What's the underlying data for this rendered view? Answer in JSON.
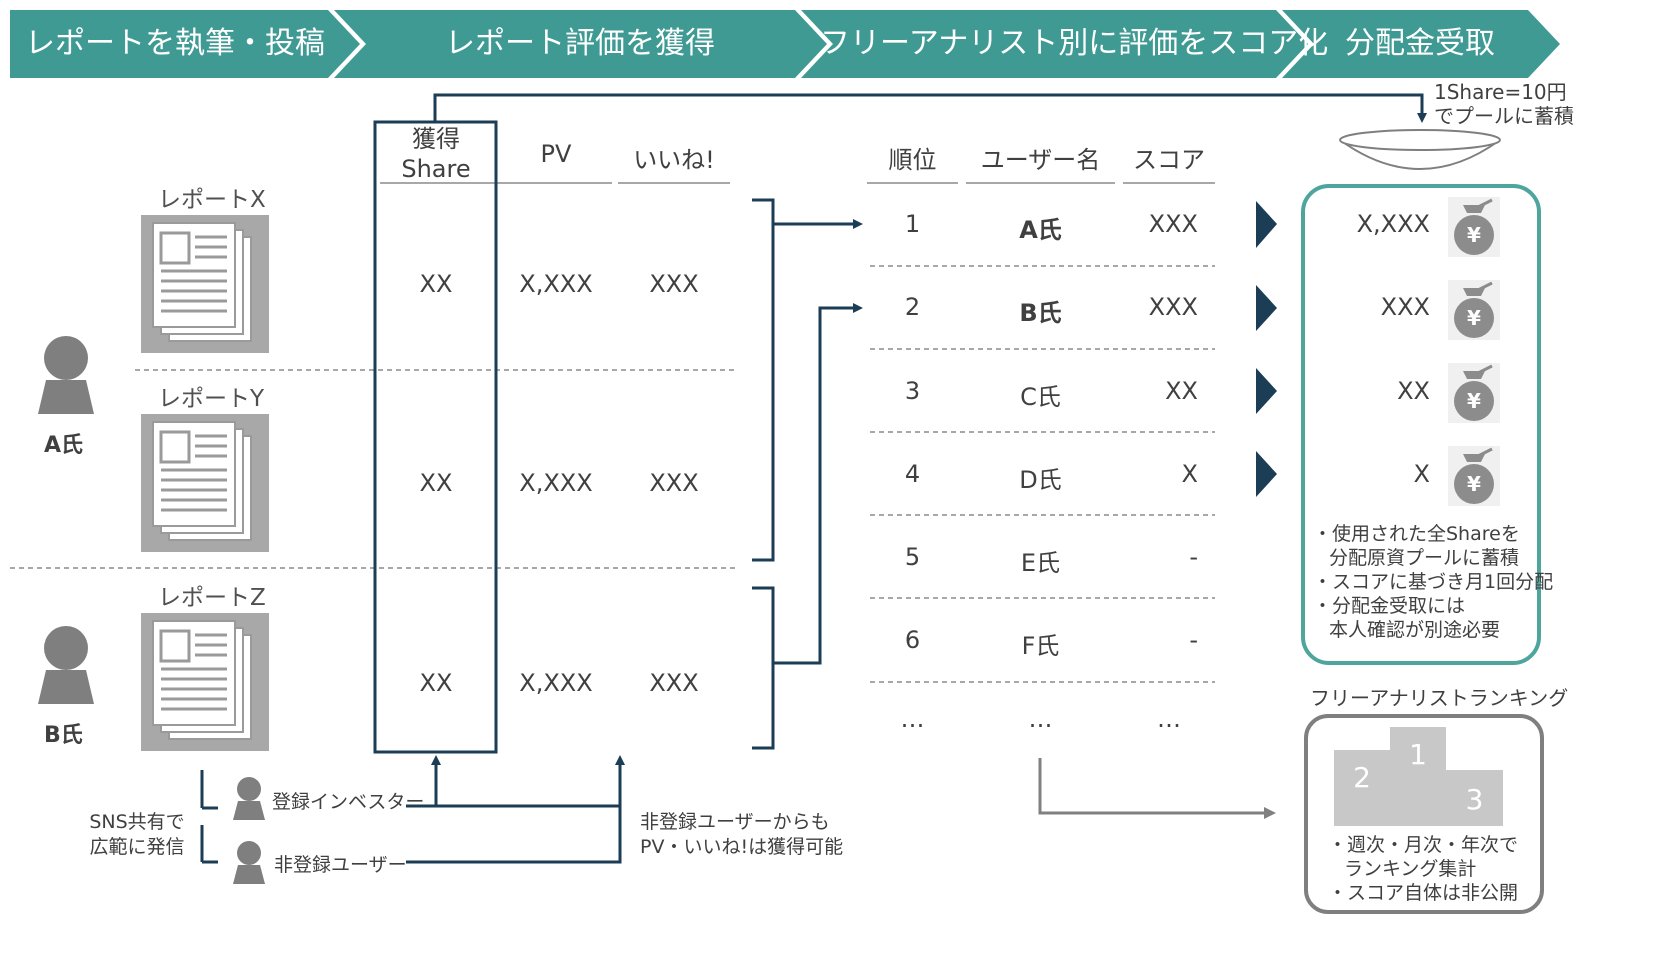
{
  "steps": [
    "レポートを執筆・投稿",
    "レポート評価を獲得",
    "フリーアナリスト別に評価をスコア化",
    "分配金受取"
  ],
  "colors": {
    "step_teal": "#3f9a94",
    "navy": "#1b3d55",
    "box_teal": "#4ea59e",
    "gray_icon": "#8c8c8c",
    "podium": "#c8c8c8"
  },
  "share_note": [
    "1Share=10円",
    "でプールに蓄積"
  ],
  "reports": [
    {
      "label": "レポートX",
      "share": "XX",
      "pv": "X,XXX",
      "likes": "XXX"
    },
    {
      "label": "レポートY",
      "share": "XX",
      "pv": "X,XXX",
      "likes": "XXX"
    },
    {
      "label": "レポートZ",
      "share": "XX",
      "pv": "X,XXX",
      "likes": "XXX"
    }
  ],
  "authors": [
    "A氏",
    "B氏"
  ],
  "metrics_header": {
    "share_line1": "獲得",
    "share_line2": "Share",
    "pv": "PV",
    "likes": "いいね!"
  },
  "ranking_header": {
    "rank": "順位",
    "user": "ユーザー名",
    "score": "スコア"
  },
  "ranking_rows": [
    {
      "rank": "1",
      "user": "A氏",
      "score": "XXX"
    },
    {
      "rank": "2",
      "user": "B氏",
      "score": "XXX"
    },
    {
      "rank": "3",
      "user": "C氏",
      "score": "XX"
    },
    {
      "rank": "4",
      "user": "D氏",
      "score": "X"
    },
    {
      "rank": "5",
      "user": "E氏",
      "score": "-"
    },
    {
      "rank": "6",
      "user": "F氏",
      "score": "-"
    },
    {
      "rank": "…",
      "user": "…",
      "score": "…"
    }
  ],
  "payouts": [
    "X,XXX",
    "XXX",
    "XX",
    "X"
  ],
  "coin_symbol": "¥",
  "pool_notes": [
    "・使用された全Shareを",
    "分配原資プールに蓄積",
    "・スコアに基づき月1回分配",
    "・分配金受取には",
    "本人確認が別途必要"
  ],
  "ranking_box": {
    "title": "フリーアナリストランキング",
    "podium": [
      "1",
      "2",
      "3"
    ],
    "notes": [
      "・週次・月次・年次で",
      "ランキング集計",
      "・スコア自体は非公開"
    ]
  },
  "sns": {
    "label_line1": "SNS共有で",
    "label_line2": "広範に発信",
    "registered": "登録インベスター",
    "unregistered": "非登録ユーザー",
    "note_line1": "非登録ユーザーからも",
    "note_line2": "PV・いいね!は獲得可能"
  }
}
